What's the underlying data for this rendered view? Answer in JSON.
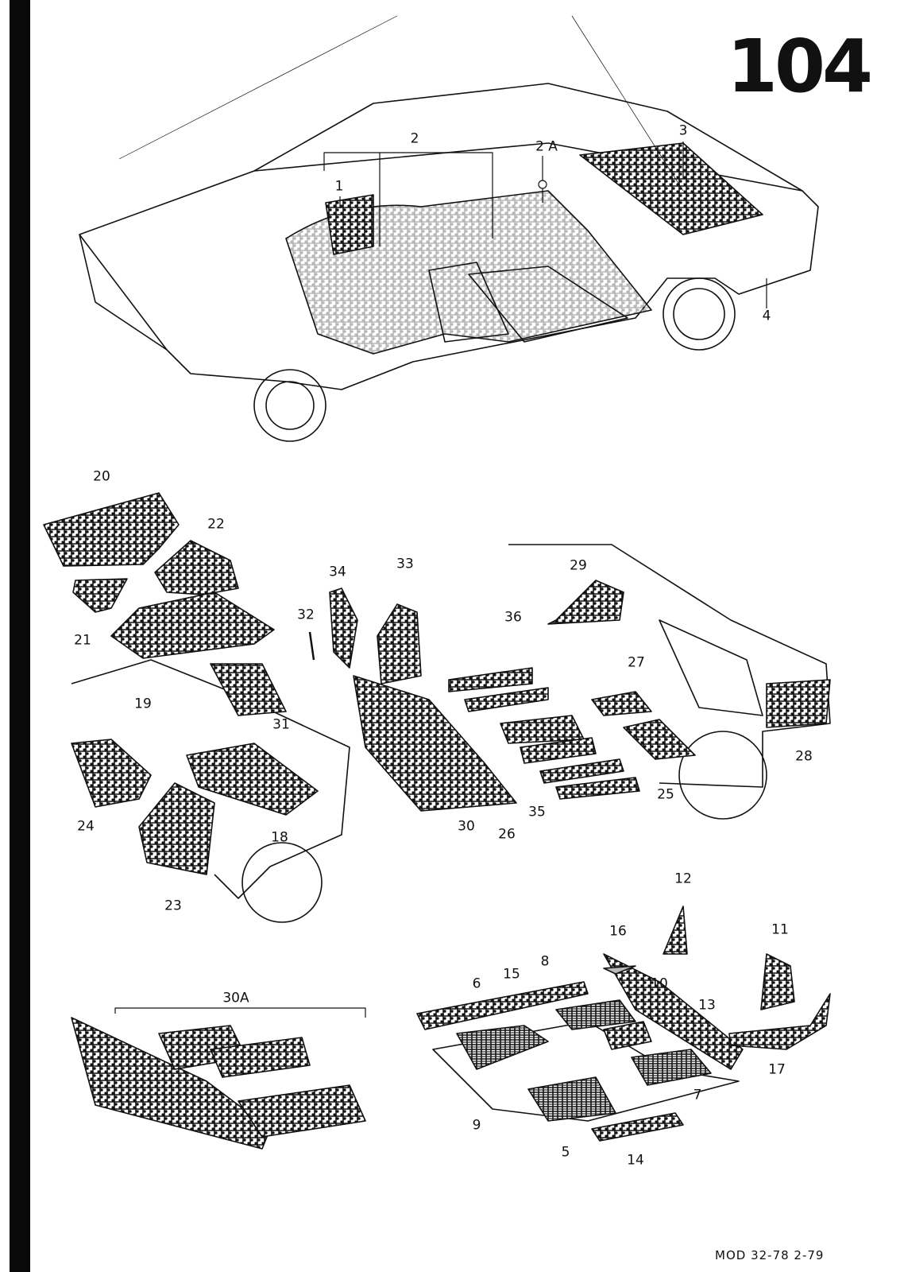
{
  "page_number": "104",
  "footer": "MOD 32-78  2-79",
  "callouts": {
    "c1": "1",
    "c2": "2",
    "c2a": "2 A",
    "c3": "3",
    "c4": "4",
    "c5": "5",
    "c6": "6",
    "c7": "7",
    "c8": "8",
    "c9": "9",
    "c10": "10",
    "c11": "11",
    "c12": "12",
    "c13": "13",
    "c14": "14",
    "c15": "15",
    "c16": "16",
    "c17": "17",
    "c18": "18",
    "c19": "19",
    "c20": "20",
    "c21": "21",
    "c22": "22",
    "c23": "23",
    "c24": "24",
    "c25": "25",
    "c26": "26",
    "c27": "27",
    "c28": "28",
    "c29": "29",
    "c30": "30",
    "c30a": "30A",
    "c31": "31",
    "c32": "32",
    "c33": "33",
    "c34": "34",
    "c35": "35",
    "c36": "36"
  }
}
